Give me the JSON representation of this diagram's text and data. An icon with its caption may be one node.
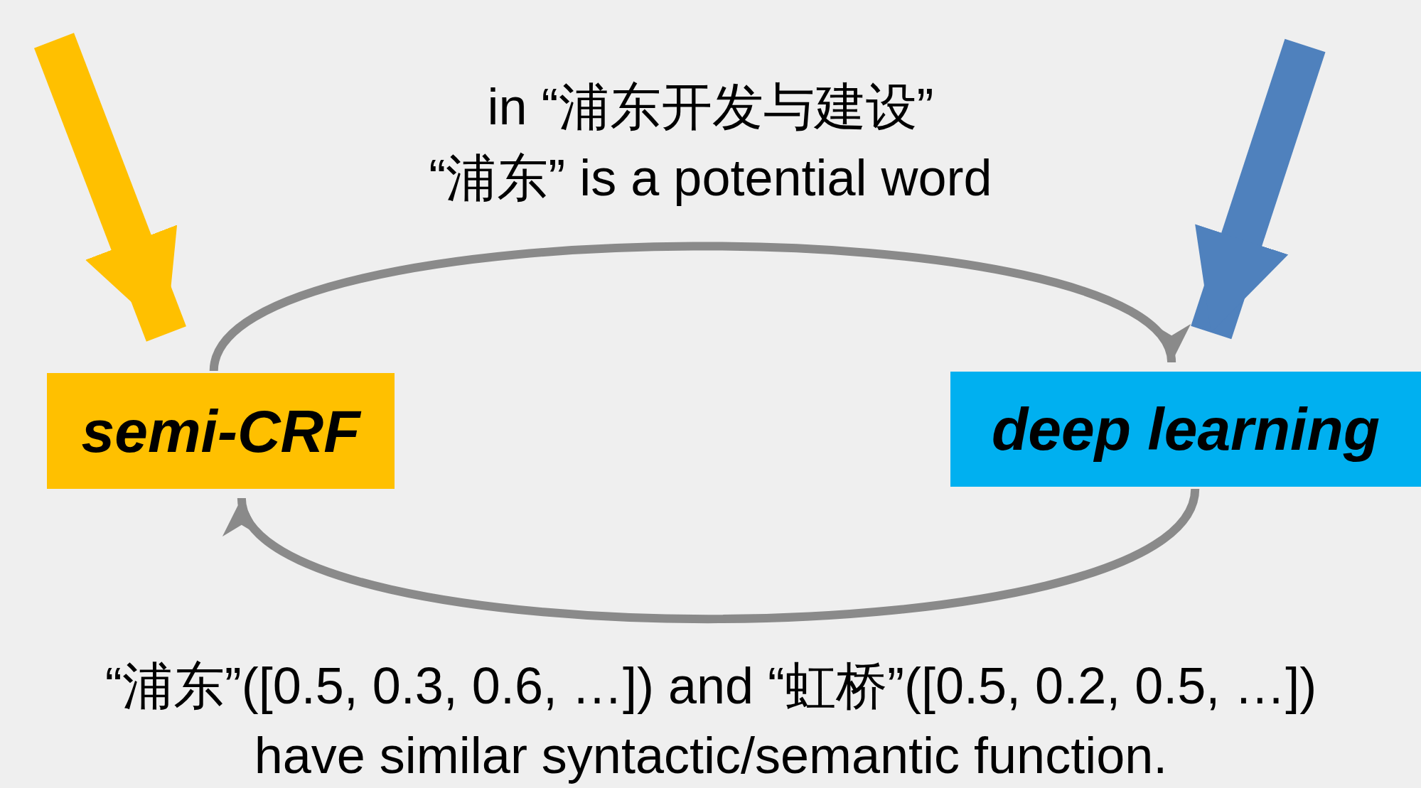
{
  "diagram": {
    "nodes": [
      {
        "text": [
          "semi-CRF"
        ]
      },
      {
        "text": [
          "deep learning"
        ]
      }
    ],
    "edges": [
      {
        "from": 0,
        "to": 1,
        "arrow": "to",
        "color": "#8a8a8a"
      },
      {
        "from": 1,
        "to": 0,
        "arrow": "to",
        "color": "#8a8a8a"
      },
      {
        "from": null,
        "to": 0,
        "arrow": "to",
        "style": "thick",
        "color": "#ffc000"
      },
      {
        "from": null,
        "to": 1,
        "arrow": "to",
        "style": "thick",
        "color": "#4f81bd"
      }
    ],
    "labels": [
      "in “浦东开发与建设”",
      "“浦东” is a potential word",
      "“浦东”([0.5, 0.3, 0.6, …]) and “虹桥”([0.5, 0.2, 0.5, …]) have similar syntactic/semantic function."
    ]
  }
}
